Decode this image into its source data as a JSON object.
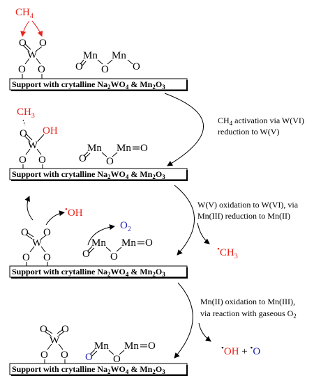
{
  "support_label": [
    "Support with crytalline Na",
    "2",
    "WO",
    "4",
    " & Mn",
    "2",
    "O",
    "3"
  ],
  "atoms": {
    "ch4": [
      "CH",
      "4"
    ],
    "ch3": [
      "CH",
      "3"
    ],
    "w": "W",
    "o": "O",
    "mn": "Mn",
    "oh": "OH",
    "o2": [
      "O",
      "2"
    ],
    "radical_dot": "•",
    "plus": " + "
  },
  "steps": {
    "step1": [
      "CH",
      "4",
      " activation via W(VI)",
      "reduction to W(V)"
    ],
    "step2": [
      "W(V) oxidation to W(VI), via",
      "Mn(III) reduction to Mn(II)"
    ],
    "step3": [
      "Mn(II) oxidation to Mn(III),",
      "via reaction with gaseous O",
      "2"
    ]
  },
  "colors": {
    "red": "#e8231a",
    "blue": "#1f1fb4",
    "black": "#000000"
  }
}
